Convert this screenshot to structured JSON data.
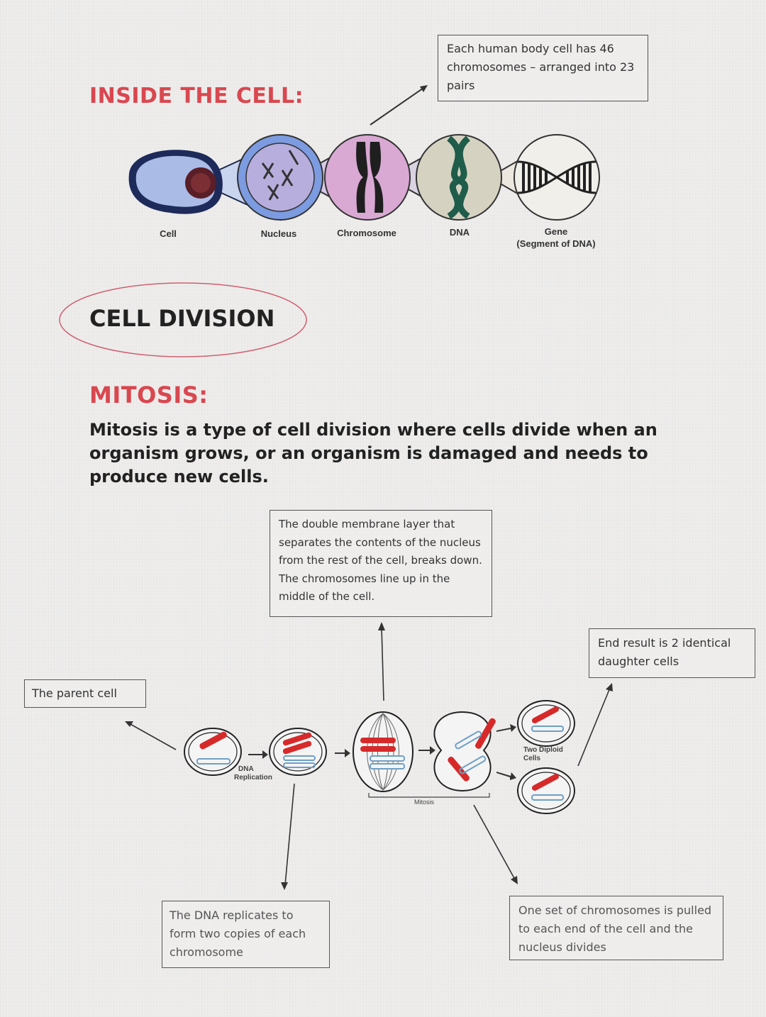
{
  "inside_cell": {
    "title": "INSIDE THE CELL:",
    "note": "Each human body cell has 46 chromosomes – arranged into 23 pairs",
    "labels": {
      "cell": "Cell",
      "nucleus": "Nucleus",
      "chromosome": "Chromosome",
      "dna": "DNA",
      "gene_line1": "Gene",
      "gene_line2": "(Segment of DNA)"
    }
  },
  "cell_division": {
    "title": "CELL DIVISION"
  },
  "mitosis": {
    "title": "MITOSIS:",
    "intro": "Mitosis is a type of cell division where cells divide when an organism grows, or an organism is damaged and needs to produce new cells.",
    "notes": {
      "membrane": "The double membrane layer that separates the contents of the nucleus from the rest of the cell, breaks down. The chromosomes line up in the middle of the cell.",
      "end_result": "End result is 2 identical daughter cells",
      "parent": "The parent cell",
      "dna_replicates": "The DNA replicates to form two copies of each chromosome",
      "one_set": "One set of chromosomes is pulled to each end of the cell and the nucleus divides"
    },
    "diagram_labels": {
      "dna_replication_1": "DNA",
      "dna_replication_2": "Replication",
      "mitosis": "Mitosis",
      "two_diploid_1": "Two Diploid",
      "two_diploid_2": "Cells"
    }
  },
  "colors": {
    "heading_red": "#d9474f",
    "chromosome_red": "#d62a2a",
    "chromosome_blue": "#8fb7d6"
  }
}
